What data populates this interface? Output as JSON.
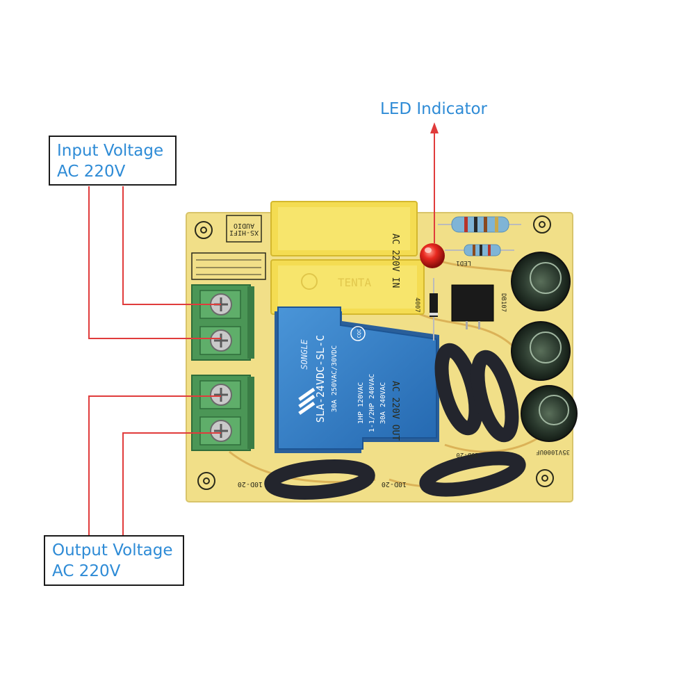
{
  "callouts": {
    "led": {
      "text": "LED Indicator"
    },
    "input": {
      "line1": "Input Voltage",
      "line2": "AC 220V"
    },
    "output": {
      "line1": "Output Voltage",
      "line2": "AC 220V"
    }
  },
  "board": {
    "terminal_label_top": "AC 220V IN",
    "terminal_label_bottom": "AC 220V OUT",
    "audio_label": "AUDIO",
    "xs_label": "XS-HIFI",
    "relay": {
      "brand": "SONGLE",
      "model": "SLA-24VDC-SL-C",
      "rating_a": "30A  250VAC/30VDC",
      "rating_b": "1HP 120VAC",
      "rating_c": "1-1/2HP 240VAC",
      "rating_d": "30A 240VAC",
      "cqc": "CQC"
    },
    "capacitor_brand": "TENTA",
    "led_ref": "LED1",
    "diode_ref": "4007",
    "bridge_ref": "DB107",
    "cap_ref": "35V1000UF",
    "thermistor_ref": "10D-20"
  },
  "colors": {
    "callout_text": "#2e8bd6",
    "leader_line": "#e03b3b",
    "pcb": "#f2e08a",
    "relay": "#2f7fc8",
    "terminal": "#4d9a5a"
  }
}
